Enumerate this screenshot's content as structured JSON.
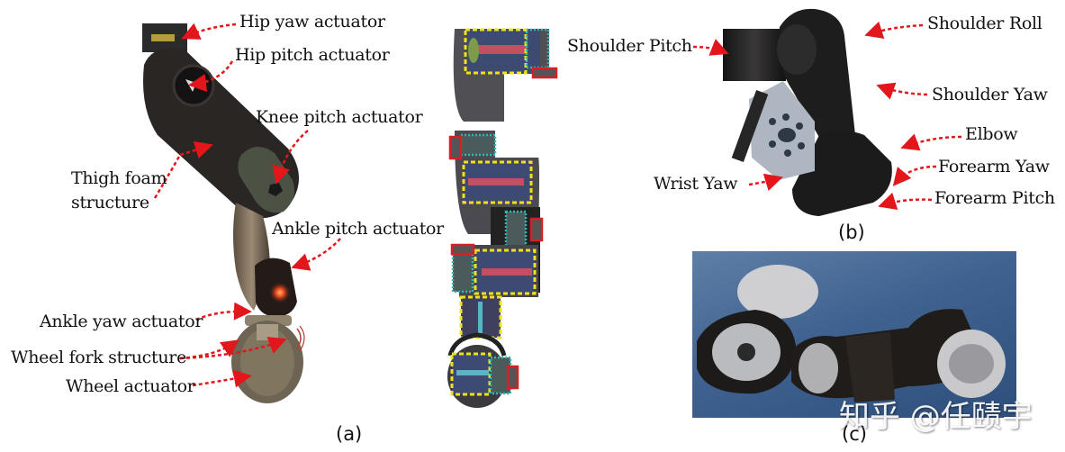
{
  "panels": {
    "a": {
      "caption": "(a)",
      "labels": [
        "Hip yaw  actuator",
        "Hip pitch actuator",
        "Knee pitch actuator",
        "Thigh foam",
        "structure",
        "Ankle pitch actuator",
        "Ankle yaw actuator",
        "Wheel fork structure",
        "Wheel actuator"
      ]
    },
    "b": {
      "caption": "(b)",
      "labels": [
        "Shoulder Pitch",
        "Shoulder Roll",
        "Shoulder Yaw",
        "Elbow",
        "Forearm Yaw",
        "Wrist Yaw",
        "Forearm Pitch"
      ]
    },
    "c": {
      "caption": "(c)"
    }
  },
  "watermark": "知乎 @任赜宇",
  "colors": {
    "arrow": "#e3171b",
    "robot_dark": "#2a2624",
    "robot_bronze": "#7a6a55",
    "cad_yellow": "#f2e01b",
    "cad_cyan": "#2fb8b0",
    "cad_red": "#d91f26",
    "photo_bg": "#3f6290"
  }
}
